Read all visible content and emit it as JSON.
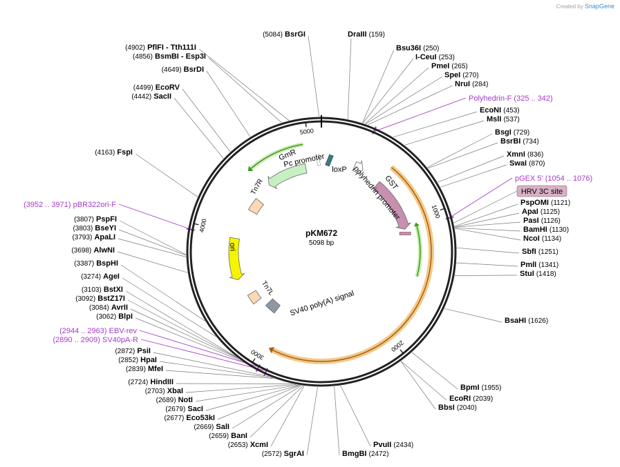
{
  "credit": {
    "created_by": "Created by",
    "brand": "SnapGene"
  },
  "plasmid": {
    "name": "pKM672",
    "length": 5098,
    "length_label": "5098 bp"
  },
  "colors": {
    "backbone": "#222222",
    "enzyme": "#000000",
    "primer": "#a43ac8",
    "line": "#777777",
    "gst": "#c98fae",
    "gmr": "#c7f0c2",
    "ori": "#f5f500",
    "tn7": "#fad9b4",
    "sv40": "#8c98a3",
    "loxp": "#3b7b86",
    "orf_green": "#3a9c1e",
    "orf_orange": "#f2c988",
    "hrv_box": "#d8b1c6"
  },
  "ticks": [
    "1000",
    "2000",
    "3000",
    "4000",
    "5000"
  ],
  "enzymes": [
    {
      "name": "DraIII",
      "pos": "(159)"
    },
    {
      "name": "Bsu36I",
      "pos": "(250)"
    },
    {
      "name": "I-CeuI",
      "pos": "(253)"
    },
    {
      "name": "PmeI",
      "pos": "(265)"
    },
    {
      "name": "SpeI",
      "pos": "(270)"
    },
    {
      "name": "NruI",
      "pos": "(284)"
    },
    {
      "name": "EcoNI",
      "pos": "(453)"
    },
    {
      "name": "MslI",
      "pos": "(537)"
    },
    {
      "name": "BsgI",
      "pos": "(729)"
    },
    {
      "name": "BsrBI",
      "pos": "(734)"
    },
    {
      "name": "XmnI",
      "pos": "(836)"
    },
    {
      "name": "SwaI",
      "pos": "(870)"
    },
    {
      "name": "PspOMI",
      "pos": "(1121)"
    },
    {
      "name": "ApaI",
      "pos": "(1125)"
    },
    {
      "name": "PasI",
      "pos": "(1126)"
    },
    {
      "name": "BamHI",
      "pos": "(1130)"
    },
    {
      "name": "NcoI",
      "pos": "(1134)"
    },
    {
      "name": "SbfI",
      "pos": "(1251)"
    },
    {
      "name": "PmlI",
      "pos": "(1341)"
    },
    {
      "name": "StuI",
      "pos": "(1418)"
    },
    {
      "name": "BsaHI",
      "pos": "(1626)"
    },
    {
      "name": "BpmI",
      "pos": "(1955)"
    },
    {
      "name": "EcoRI",
      "pos": "(2039)"
    },
    {
      "name": "BbsI",
      "pos": "(2040)"
    },
    {
      "name": "PvuII",
      "pos": "(2434)"
    },
    {
      "name": "BmgBI",
      "pos": "(2472)"
    },
    {
      "name": "SgrAI",
      "pos": "(2572)"
    },
    {
      "name": "XcmI",
      "pos": "(2653)"
    },
    {
      "name": "BanI",
      "pos": "(2659)"
    },
    {
      "name": "SalI",
      "pos": "(2669)"
    },
    {
      "name": "Eco53kI",
      "pos": "(2677)"
    },
    {
      "name": "SacI",
      "pos": "(2679)"
    },
    {
      "name": "NotI",
      "pos": "(2689)"
    },
    {
      "name": "XbaI",
      "pos": "(2703)"
    },
    {
      "name": "HindIII",
      "pos": "(2724)"
    },
    {
      "name": "MfeI",
      "pos": "(2839)"
    },
    {
      "name": "HpaI",
      "pos": "(2852)"
    },
    {
      "name": "PsiI",
      "pos": "(2872)"
    },
    {
      "name": "BlpI",
      "pos": "(3062)"
    },
    {
      "name": "AvrII",
      "pos": "(3084)"
    },
    {
      "name": "BstZ17I",
      "pos": "(3092)"
    },
    {
      "name": "BstXI",
      "pos": "(3103)"
    },
    {
      "name": "AgeI",
      "pos": "(3274)"
    },
    {
      "name": "BspHI",
      "pos": "(3387)"
    },
    {
      "name": "AlwNI",
      "pos": "(3698)"
    },
    {
      "name": "ApaLI",
      "pos": "(3793)"
    },
    {
      "name": "BseYI",
      "pos": "(3803)"
    },
    {
      "name": "PspFI",
      "pos": "(3807)"
    },
    {
      "name": "FspI",
      "pos": "(4163)"
    },
    {
      "name": "SacII",
      "pos": "(4442)"
    },
    {
      "name": "EcoRV",
      "pos": "(4499)"
    },
    {
      "name": "BsrDI",
      "pos": "(4649)"
    },
    {
      "name": "BsmBI",
      "pos": "(4856)",
      "extra": "- Esp3I"
    },
    {
      "name": "PflFI",
      "pos": "(4902)",
      "extra": "- Tth111I"
    },
    {
      "name": "BsrGI",
      "pos": "(5084)"
    }
  ],
  "primers": [
    {
      "name": "Polyhedrin-F",
      "range": "(325 .. 342)"
    },
    {
      "name": "pGEX 5'",
      "range": "(1054 .. 1076)"
    },
    {
      "name": "pBR322ori-F",
      "range": "(3952 .. 3971)"
    },
    {
      "name": "EBV-rev",
      "range": "(2944 .. 2963)"
    },
    {
      "name": "SV40pA-R",
      "range": "(2890 .. 2909)"
    }
  ],
  "site_box": {
    "label": "HRV 3C site"
  },
  "features": [
    {
      "name": "GST"
    },
    {
      "name": "GmR"
    },
    {
      "name": "Tn7R"
    },
    {
      "name": "ori"
    },
    {
      "name": "Tn7L"
    },
    {
      "name": "SV40 poly(A) signal"
    },
    {
      "name": "Pc promoter"
    },
    {
      "name": "loxP"
    },
    {
      "name": "polyhedrin promoter"
    }
  ]
}
